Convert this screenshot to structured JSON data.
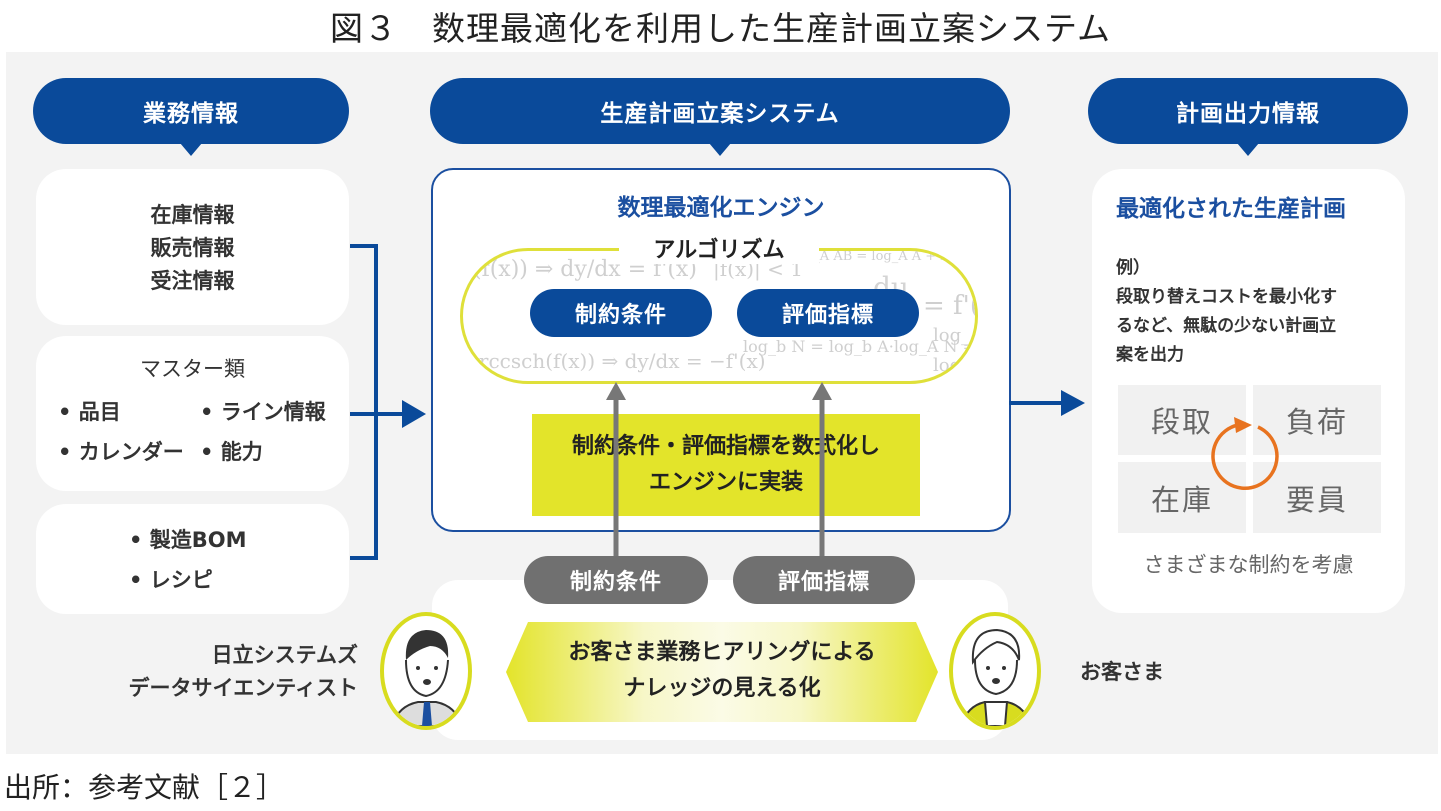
{
  "figure": {
    "title": "図３　数理最適化を利用した生産計画立案システム",
    "source": "出所：参考文献［２］"
  },
  "colors": {
    "navy": "#0a4a9a",
    "yellow": "#e3e42a",
    "yellow_border": "#d8dc1f",
    "gray_pill": "#707070",
    "orange": "#e8731f",
    "panel_bg": "#f3f3f3"
  },
  "business_info": {
    "header": "業務情報",
    "card1": {
      "lines": [
        "在庫情報",
        "販売情報",
        "受注情報"
      ]
    },
    "card2": {
      "title": "マスター類",
      "items": [
        "• 品目",
        "• ライン情報",
        "• カレンダー",
        "• 能力"
      ]
    },
    "card3": {
      "items": [
        "• 製造BOM",
        "• レシピ"
      ]
    }
  },
  "system": {
    "header": "生産計画立案システム",
    "engine_title": "数理最適化エンジン",
    "algorithm_label": "アルゴリズム",
    "algo_pills": [
      "制約条件",
      "評価指標"
    ],
    "implement_box": [
      "制約条件・評価指標を数式化し",
      "エンジンに実装"
    ],
    "input_pills": [
      "制約条件",
      "評価指標"
    ],
    "formula_texts": [
      "(f(x)) ⇒ dy/dx = f'(x)",
      "|f(x)| < 1",
      "log_A AB = log_A A + log_A B",
      "du",
      "= f'(x)",
      "log_A N",
      "arccsch(f(x)) ⇒ dy/dx = −f'(x)",
      "log_b N = log_b A·log_A N =",
      "log_b"
    ]
  },
  "hearing": {
    "banner": [
      "お客さま業務ヒアリングによる",
      "ナレッジの見える化"
    ],
    "left_person": [
      "日立システムズ",
      "データサイエンティスト"
    ],
    "right_person": "お客さま"
  },
  "output_info": {
    "header": "計画出力情報",
    "title": "最適化された生産計画",
    "example_label": "例）",
    "example_text": [
      "段取り替えコストを最小化す",
      "るなど、無駄の少ない計画立",
      "案を出力"
    ],
    "grid": [
      "段取",
      "負荷",
      "在庫",
      "要員"
    ],
    "caption": "さまざまな制約を考慮"
  }
}
